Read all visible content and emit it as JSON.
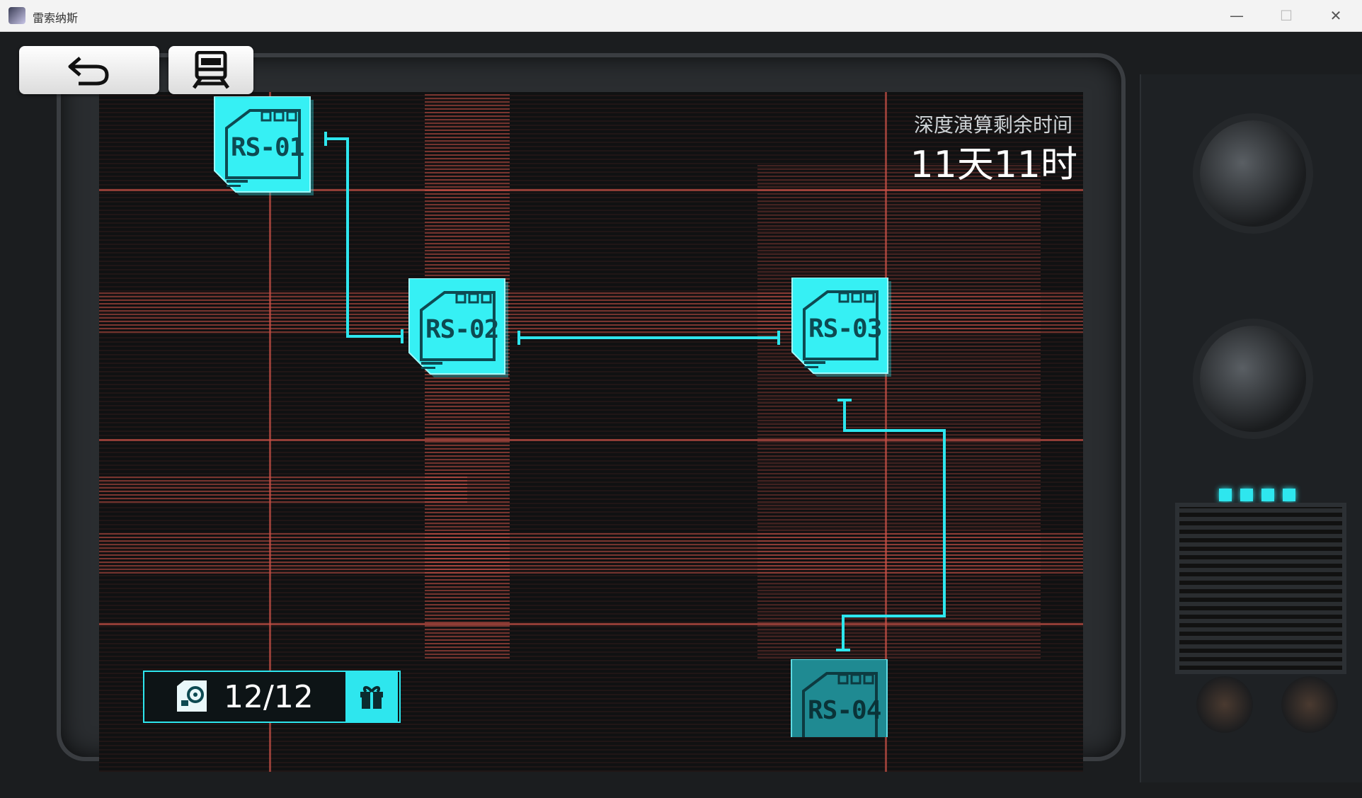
{
  "window": {
    "title": "雷索纳斯",
    "minimize_icon": "minimize-icon",
    "maximize_icon": "maximize-icon",
    "close_icon": "close-icon"
  },
  "nav": {
    "back_icon": "back-arrow-icon",
    "train_icon": "train-icon"
  },
  "countdown": {
    "label": "深度演算剩余时间",
    "value": "11天11时"
  },
  "nodes": [
    {
      "id": "RS-01"
    },
    {
      "id": "RS-02"
    },
    {
      "id": "RS-03"
    },
    {
      "id": "RS-04"
    }
  ],
  "progress": {
    "value": "12/12",
    "icon": "data-disk-icon",
    "gift_icon": "gift-icon"
  },
  "colors": {
    "accent": "#2ee6ee",
    "grid": "#c8504a",
    "background": "#101112"
  }
}
